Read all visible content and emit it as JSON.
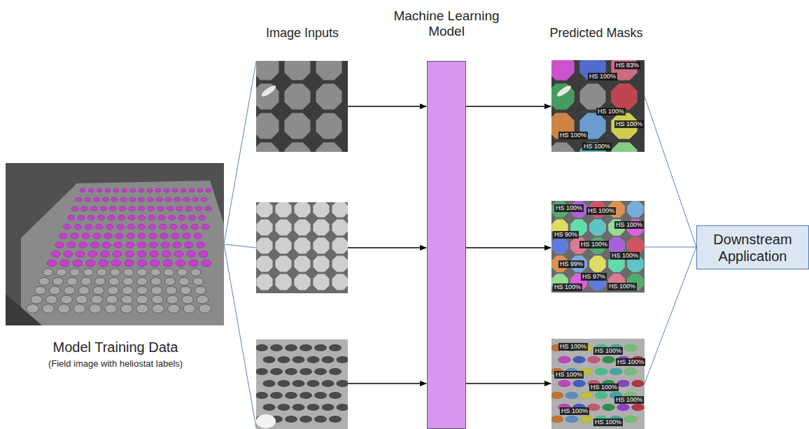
{
  "diagram": {
    "nodes": [
      {
        "text": [
          "Machine Learning Model"
        ]
      },
      {
        "text": [
          "Downstream Application"
        ]
      }
    ],
    "labels": [
      "Image Inputs",
      "Predicted Masks",
      "Model Training Data",
      "(Field image with heliostat labels)",
      "HS 83%",
      "HS 100%",
      "HS 100%",
      "HS 100%",
      "HS 100%",
      "HS 100%",
      "HS 100%",
      "HS 100%",
      "HS 100%",
      "HS 90%",
      "HS 100%",
      "HS 100%",
      "HS 99%",
      "HS 97%",
      "HS 100%",
      "HS 100%",
      "HS 100%",
      "HS 100%",
      "HS 100%",
      "HS 100%",
      "HS 100%",
      "HS 100%",
      "HS 100%",
      "HS 100%"
    ]
  }
}
